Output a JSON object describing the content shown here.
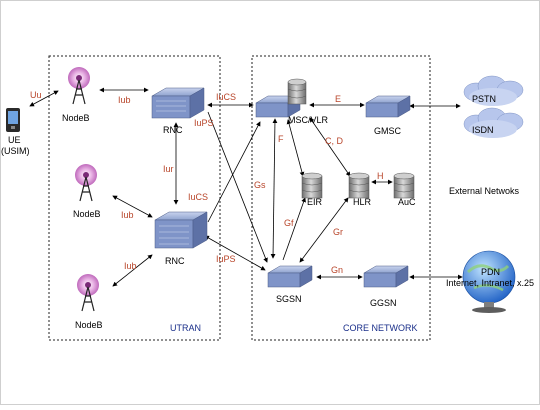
{
  "colors": {
    "interface_label": "#b8452a",
    "region_label": "#1a2f8a",
    "box_border": "#333333",
    "nodeb_pink": "#c765c0",
    "rnc_blue": "#8fa3cf",
    "db_gray": "#9a9a9a",
    "cloud_blue": "#b7c6ec",
    "globe_blue": "#2a6fd0"
  },
  "regions": {
    "utran": "UTRAN",
    "core": "CORE NETWORK"
  },
  "nodes": {
    "ue": "UE",
    "usim": "(USIM)",
    "nodeb_1": "NodeB",
    "nodeb_2": "NodeB",
    "nodeb_3": "NodeB",
    "rnc_1": "RNC",
    "rnc_2": "RNC",
    "msc": "MSC/VLR",
    "gmsc": "GMSC",
    "eir": "EIR",
    "hlr": "HLR",
    "auc": "AuC",
    "sgsn": "SGSN",
    "ggsn": "GGSN",
    "pstn": "PSTN",
    "isdn": "ISDN",
    "external": "External Netwoks",
    "pdn": "PDN",
    "pdn_desc": "Internet, Intranet, x.25"
  },
  "interfaces": {
    "uu": "Uu",
    "iub_1": "Iub",
    "iub_2": "Iub",
    "iub_3": "Iub",
    "iur": "Iur",
    "iucs_1": "IuCS",
    "iups_1": "IuPS",
    "iucs_2": "IuCS",
    "iups_2": "IuPS",
    "e": "E",
    "cd": "C, D",
    "f": "F",
    "gs": "Gs",
    "gf": "Gf",
    "gr": "Gr",
    "h": "H",
    "gn": "Gn"
  }
}
